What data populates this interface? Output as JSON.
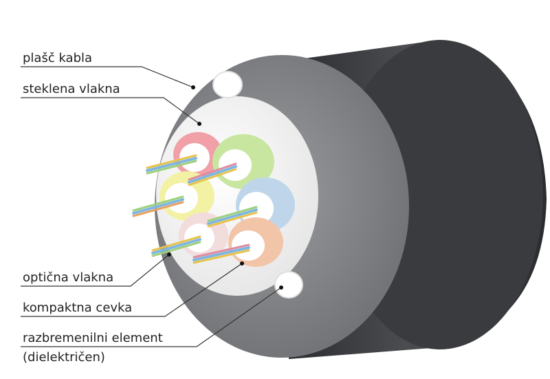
{
  "diagram": {
    "labels": {
      "jacket": "plašč kabla",
      "glass_fibers": "steklena vlakna",
      "optical_fibers": "optična vlakna",
      "compact_tube": "kompaktna cevka",
      "strength_member_line1": "razbremenilni element",
      "strength_member_line2": "(dielektričen)"
    },
    "colors": {
      "jacket": "#3c3d40",
      "jacket_face": "#8a8c8f",
      "filler": "#f7f7f7",
      "tube_red": "#f0a0a6",
      "tube_green": "#c8e6a0",
      "tube_yellow": "#f3f1a4",
      "tube_blue": "#bfd6ea",
      "tube_pink": "#f2dcdc",
      "tube_orange": "#f2c4a8",
      "leader_line": "#333333"
    }
  }
}
